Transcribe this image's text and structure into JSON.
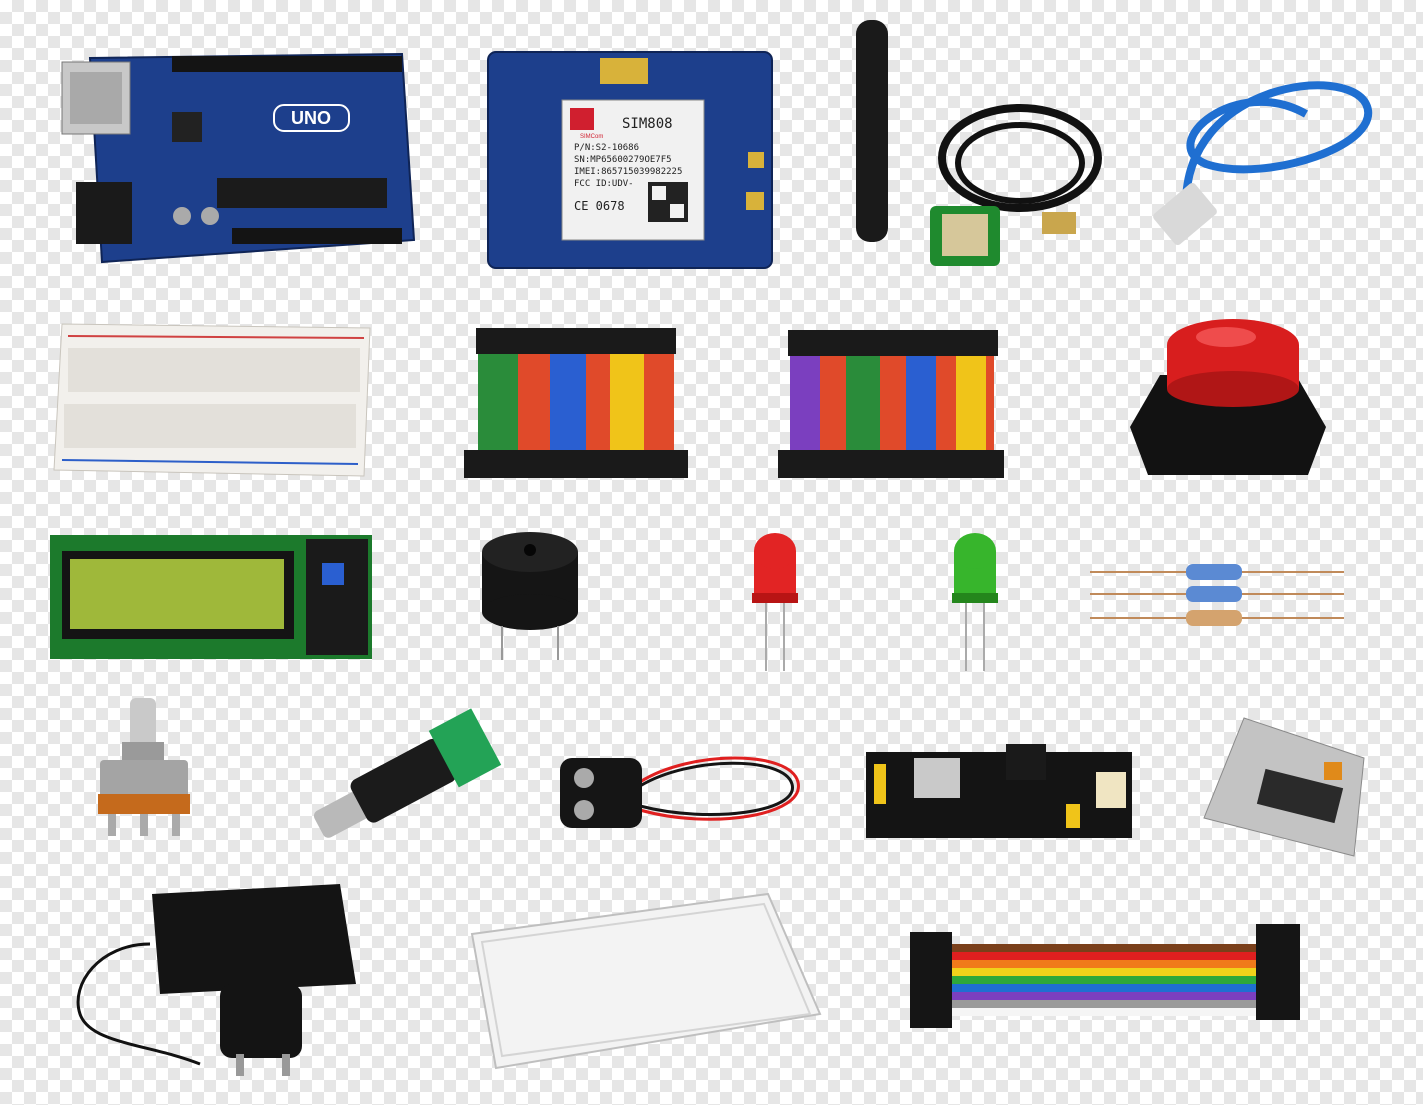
{
  "scene": {
    "uno_board": {
      "logo": "UNO"
    },
    "gsm_module": {
      "chip": "SIM808",
      "brand": "SIMCom",
      "pn": "P/N:S2-10686",
      "sn": "SN:MP65600279OE7F5",
      "imei": "IMEI:865715039982225",
      "fcc": "FCC ID:UDV-",
      "ce": "CE 0678"
    }
  },
  "colors": {
    "pcb_blue": "#1d3f8c",
    "pcb_green": "#1c7a2c",
    "lcd_screen": "#9fb83a",
    "button_red": "#d81e1e",
    "usb_cable": "#1f6fd1",
    "led_red": "#e22424",
    "led_green": "#37b52c"
  }
}
